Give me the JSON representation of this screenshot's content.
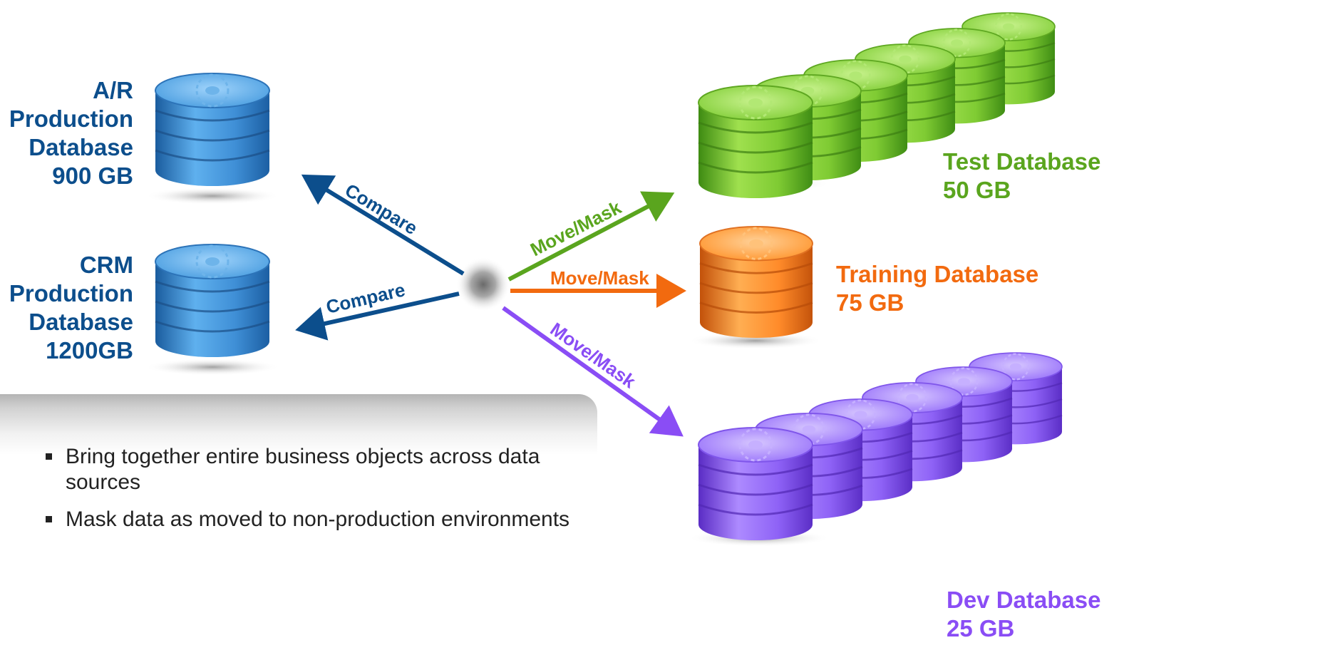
{
  "sources": [
    {
      "lines": [
        "A/R",
        "Production",
        "Database",
        "900 GB"
      ]
    },
    {
      "lines": [
        "CRM",
        "Production",
        "Database",
        "1200GB"
      ]
    }
  ],
  "targets": [
    {
      "name": "Test Database",
      "size": "50 GB"
    },
    {
      "name": "Training Database",
      "size": "75 GB"
    },
    {
      "name": "Dev Database",
      "size": "25 GB"
    }
  ],
  "arrows": {
    "compare_top": "Compare",
    "compare_bottom": "Compare",
    "move_test": "Move/Mask",
    "move_training": "Move/Mask",
    "move_dev": "Move/Mask"
  },
  "bullets": [
    "Bring together entire business objects across data sources",
    "Mask data as moved to non-production environments"
  ],
  "colors": {
    "source": "#0c4e8c",
    "test": "#5aa51e",
    "training": "#f26a0f",
    "dev": "#8a4df5",
    "text": "#222222"
  },
  "icons": {
    "database": "database-icon",
    "hub": "hub-node-icon"
  }
}
